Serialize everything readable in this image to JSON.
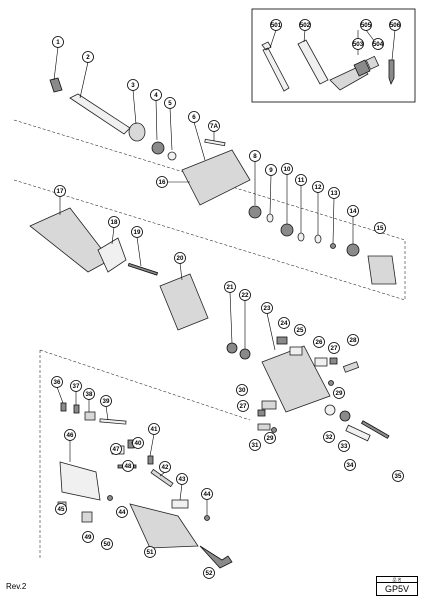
{
  "callouts": [
    "1",
    "2",
    "3",
    "4",
    "5",
    "6",
    "7A",
    "8",
    "9",
    "10",
    "11",
    "12",
    "13",
    "14",
    "15",
    "16",
    "17",
    "18",
    "19",
    "20",
    "21",
    "22",
    "23",
    "24",
    "25",
    "26",
    "27",
    "27",
    "28",
    "29",
    "29",
    "30",
    "31",
    "32",
    "33",
    "34",
    "35",
    "36",
    "37",
    "38",
    "39",
    "40",
    "41",
    "42",
    "43",
    "44",
    "44",
    "45",
    "46",
    "47",
    "48",
    "49",
    "50",
    "51",
    "52",
    "501",
    "502",
    "503",
    "504",
    "505",
    "506"
  ],
  "footer": {
    "revision": "Rev.2",
    "model": "GP5V",
    "model_box_header": "品 名"
  }
}
